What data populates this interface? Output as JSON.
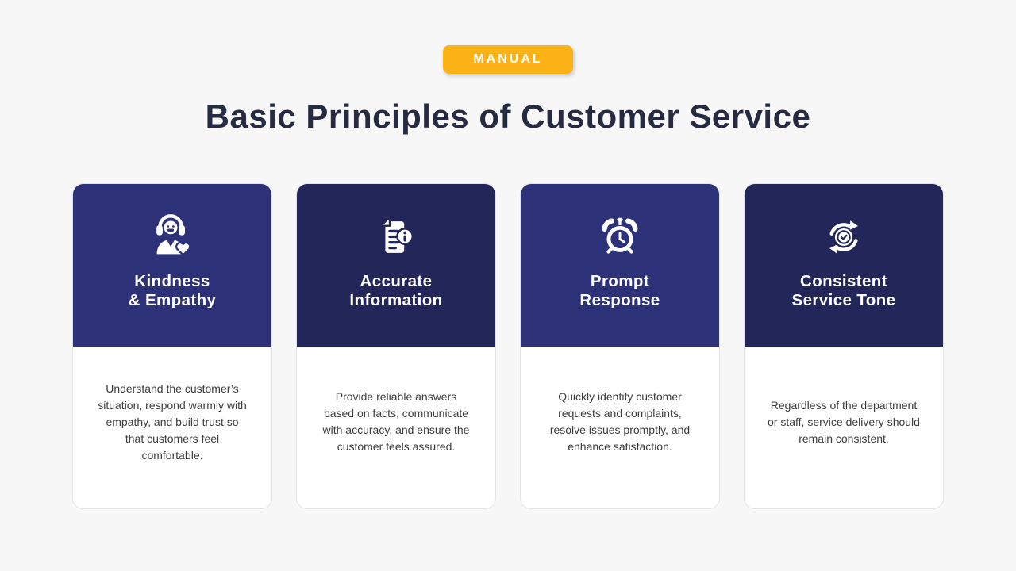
{
  "badge": {
    "label": "MANUAL"
  },
  "title": "Basic Principles of Customer Service",
  "colors": {
    "page_bg": "#F7F7F8",
    "badge_bg": "#FBB217",
    "header_primary": "#2D3178",
    "header_dark": "#232659",
    "title_color": "#262B42",
    "body_text": "#3C3C3C"
  },
  "cards": [
    {
      "icon": "support-agent-heart-icon",
      "title_line1": "Kindness",
      "title_line2": "& Empathy",
      "header_color": "#2D3178",
      "description": "Understand the customer’s situation, respond warmly with empathy, and build trust so that customers feel comfortable."
    },
    {
      "icon": "document-info-icon",
      "title_line1": "Accurate",
      "title_line2": "Information",
      "header_color": "#232659",
      "description": "Provide reliable answers based on facts, communicate with accuracy, and ensure the customer feels assured."
    },
    {
      "icon": "alarm-clock-icon",
      "title_line1": "Prompt",
      "title_line2": "Response",
      "header_color": "#2D3178",
      "description": "Quickly identify customer requests and complaints, resolve issues promptly, and enhance satisfaction."
    },
    {
      "icon": "sync-check-icon",
      "title_line1": "Consistent",
      "title_line2": "Service Tone",
      "header_color": "#232659",
      "description": "Regardless of the department or staff, service delivery should remain consistent."
    }
  ]
}
